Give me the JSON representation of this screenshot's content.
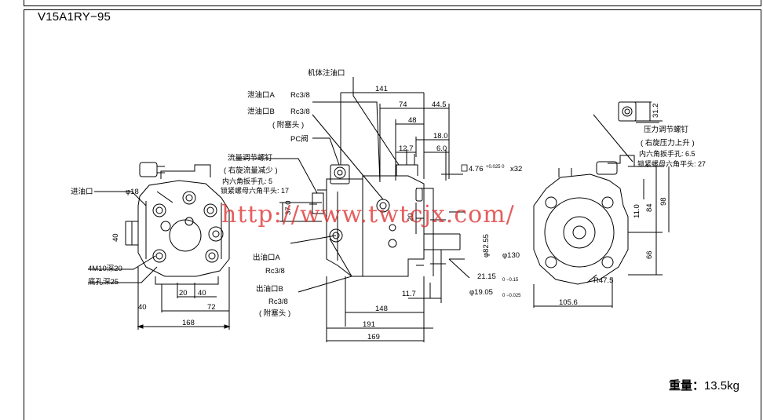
{
  "model": "V15A1RY−95",
  "weight": {
    "label": "重量：",
    "value": "13.5kg"
  },
  "watermark": "http://www.twtcjx.com/",
  "labels": {
    "fill_port": "机体注油口",
    "drain_a": "泄油口A",
    "drain_a_size": "Rc3/8",
    "drain_b": "泄油口B",
    "drain_b_size": "Rc3/8",
    "with_plug_1": "( 附塞头 )",
    "pc_valve": "PC阀",
    "flow_screw": "流量调节螺钉",
    "flow_screw_note": "( 右旋流量减少 )",
    "hex_key_5": "内六角扳手孔: 5",
    "lock_nut_17": "锁紧螺母六角平头: 17",
    "inlet": "进油口",
    "phi18": "φ18",
    "m10": "4M10深20",
    "bottom_hole": "底孔深25",
    "outlet_a": "出油口A",
    "outlet_a_size": "Rc3/8",
    "outlet_b": "出油口B",
    "outlet_b_size": "Rc3/8",
    "with_plug_2": "( 附塞头 )",
    "pressure_screw": "压力调节螺钉",
    "pressure_note": "( 右旋压力上升 )",
    "hex_key_65": "内六角扳手孔: 6.5",
    "lock_nut_27": "锁紧螺母六角平头: 27",
    "key": "4.76",
    "key_tol": "+0.025 0",
    "key_len": "x32"
  },
  "dims": {
    "d141": "141",
    "d74": "74",
    "d445": "44.5",
    "d48": "48",
    "d180": "18.0",
    "d127": "12.7",
    "d60": "6.0",
    "d37": "37.0",
    "d20": "20",
    "d8255": "φ82.55",
    "d130": "φ130",
    "d2115": "21.15",
    "d1905": "φ19.05",
    "d117": "11.7",
    "d148": "148",
    "d191": "191",
    "d169": "169",
    "d40a": "40",
    "d20b": "20",
    "d40b": "40",
    "d40c": "40",
    "d72": "72",
    "d168": "168",
    "d312": "31.2",
    "d110": "11.0",
    "d84": "84",
    "d98": "98",
    "d66": "66",
    "r475": "R47.5",
    "d1056": "105.6"
  }
}
